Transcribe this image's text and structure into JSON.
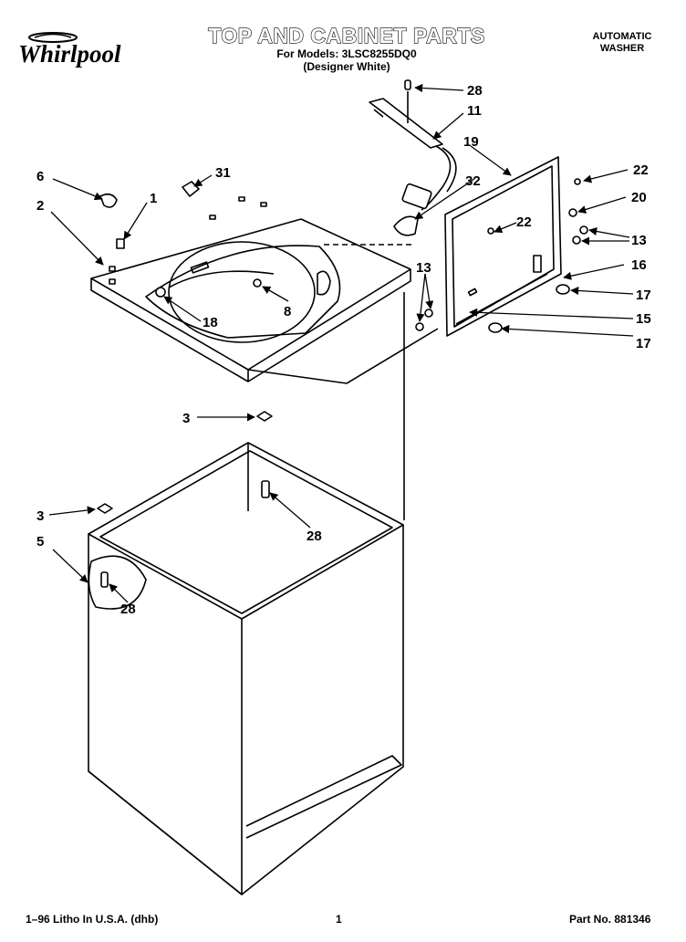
{
  "header": {
    "brand": "Whirlpool",
    "title": "TOP AND CABINET PARTS",
    "models_line": "For Models: 3LSC8255DQ0",
    "color_line": "(Designer White)",
    "product_line1": "AUTOMATIC",
    "product_line2": "WASHER"
  },
  "callouts": [
    {
      "id": "c-28a",
      "text": "28"
    },
    {
      "id": "c-11",
      "text": "11"
    },
    {
      "id": "c-19",
      "text": "19"
    },
    {
      "id": "c-22a",
      "text": "22"
    },
    {
      "id": "c-6",
      "text": "6"
    },
    {
      "id": "c-31",
      "text": "31"
    },
    {
      "id": "c-32",
      "text": "32"
    },
    {
      "id": "c-20",
      "text": "20"
    },
    {
      "id": "c-1",
      "text": "1"
    },
    {
      "id": "c-2",
      "text": "2"
    },
    {
      "id": "c-22b",
      "text": "22"
    },
    {
      "id": "c-13a",
      "text": "13"
    },
    {
      "id": "c-16",
      "text": "16"
    },
    {
      "id": "c-13b",
      "text": "13"
    },
    {
      "id": "c-17a",
      "text": "17"
    },
    {
      "id": "c-8",
      "text": "8"
    },
    {
      "id": "c-15",
      "text": "15"
    },
    {
      "id": "c-18",
      "text": "18"
    },
    {
      "id": "c-17b",
      "text": "17"
    },
    {
      "id": "c-3a",
      "text": "3"
    },
    {
      "id": "c-28b",
      "text": "28"
    },
    {
      "id": "c-3b",
      "text": "3"
    },
    {
      "id": "c-5",
      "text": "5"
    },
    {
      "id": "c-28c",
      "text": "28"
    }
  ],
  "footer": {
    "print_info": "1–96 Litho In U.S.A. (dhb)",
    "page_number": "1",
    "part_number": "Part No. 881346"
  }
}
